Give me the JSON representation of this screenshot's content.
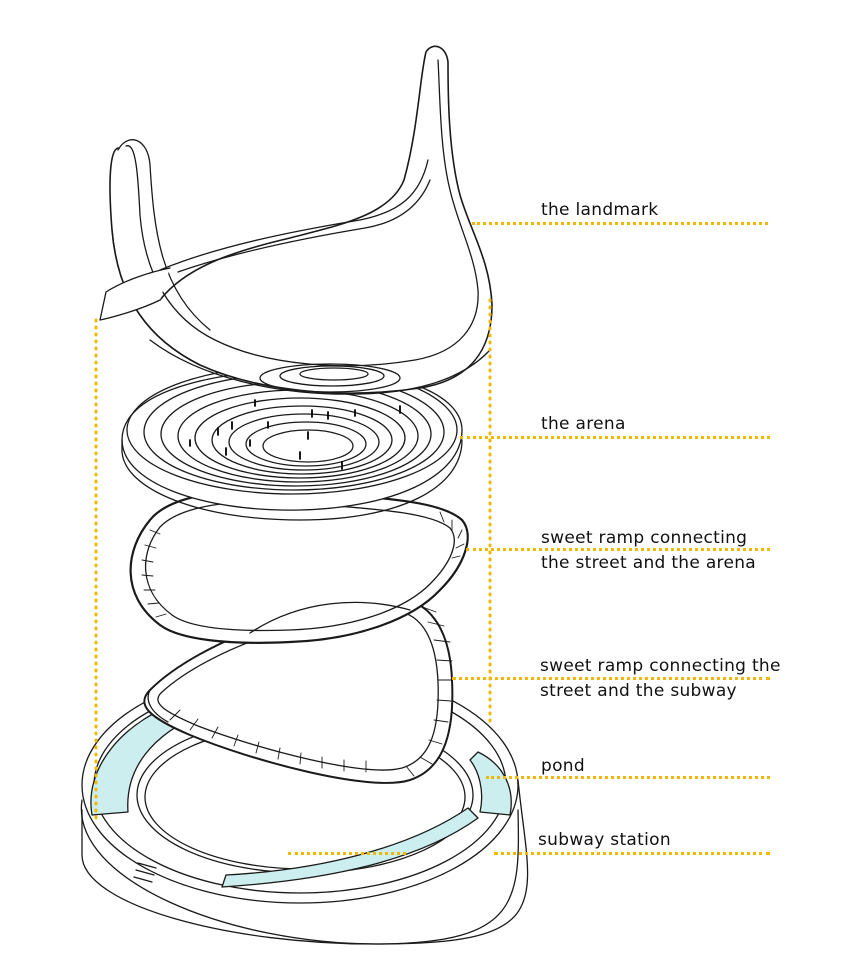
{
  "labels": {
    "landmark": "the landmark",
    "arena": "the arena",
    "ramp_arena_1": "sweet ramp connecting",
    "ramp_arena_2": "the street and the arena",
    "ramp_subway_1": "sweet ramp connecting the",
    "ramp_subway_2": "street and the subway",
    "pond": "pond",
    "subway": "subway station"
  },
  "colors": {
    "leader": "#f2b700",
    "pond": "#cdeeee",
    "line": "#1a1a1a"
  }
}
